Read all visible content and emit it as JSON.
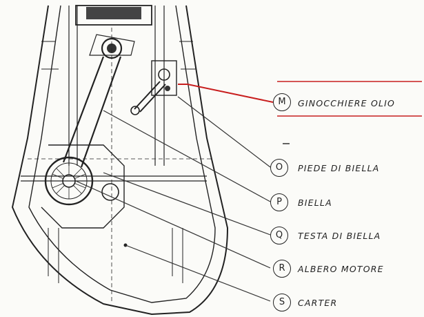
{
  "callouts": [
    {
      "letter": "M",
      "text": "GINOCCHIERE OLIO",
      "highlighted": true
    },
    {
      "letter": "O",
      "text": "PIEDE DI BIELLA",
      "highlighted": false
    },
    {
      "letter": "P",
      "text": "BIELLA",
      "highlighted": false
    },
    {
      "letter": "Q",
      "text": "TESTA DI BIELLA",
      "highlighted": false
    },
    {
      "letter": "R",
      "text": "ALBERO MOTORE",
      "highlighted": false
    },
    {
      "letter": "S",
      "text": "CARTER",
      "highlighted": false
    }
  ],
  "colors": {
    "ink": "#222222",
    "highlight": "#c81e1e",
    "paper": "#fbfbf8"
  }
}
